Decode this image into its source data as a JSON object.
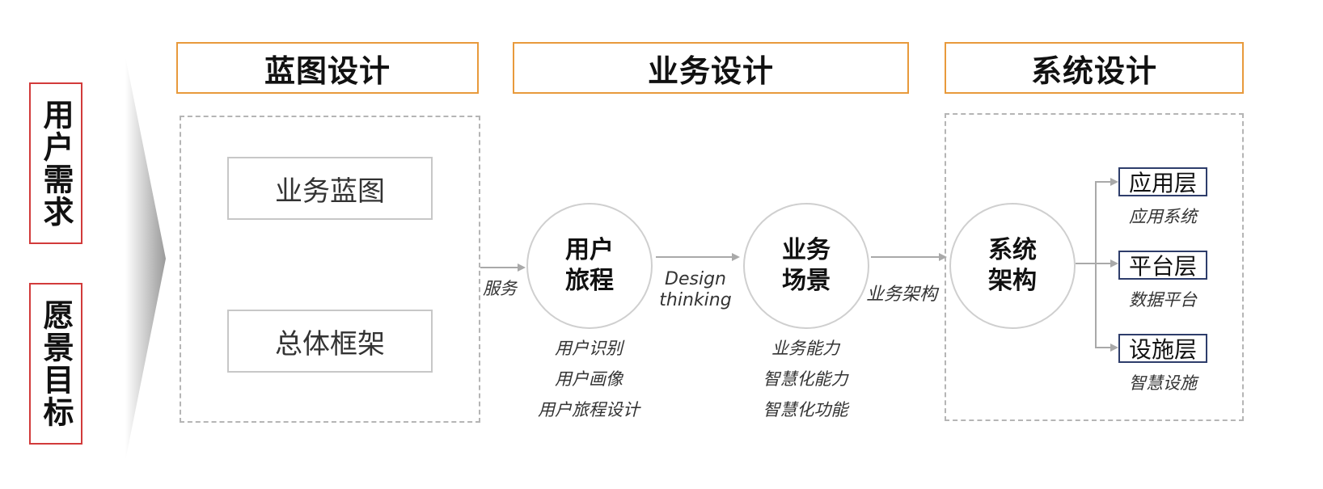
{
  "left_labels": {
    "top": "用户需求",
    "bottom": "愿景目标"
  },
  "headers": {
    "blueprint": "蓝图设计",
    "business": "业务设计",
    "system": "系统设计"
  },
  "blueprint_boxes": [
    "业务蓝图",
    "总体框架"
  ],
  "connectors": {
    "service": "服务",
    "design_thinking_line1": "Design",
    "design_thinking_line2": "thinking",
    "business_architecture": "业务架构"
  },
  "circles": [
    {
      "line1": "用户",
      "line2": "旅程"
    },
    {
      "line1": "业务",
      "line2": "场景"
    },
    {
      "line1": "系统",
      "line2": "架构"
    }
  ],
  "journey_items": [
    "用户识别",
    "用户画像",
    "用户旅程设计"
  ],
  "scenario_items": [
    "业务能力",
    "智慧化能力",
    "智慧化功能"
  ],
  "layers": [
    {
      "name": "应用层",
      "sub": "应用系统"
    },
    {
      "name": "平台层",
      "sub": "数据平台"
    },
    {
      "name": "设施层",
      "sub": "智慧设施"
    }
  ],
  "colors": {
    "label_border": "#d23b3b",
    "header_border": "#e89a3c",
    "layer_border": "#2e3d6b",
    "connector": "#a9a9a9"
  }
}
